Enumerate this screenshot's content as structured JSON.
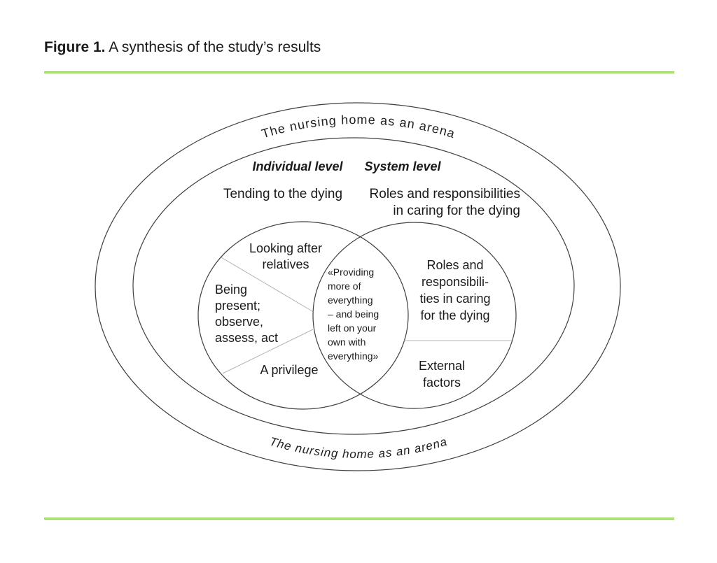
{
  "title": {
    "prefix": "Figure 1.",
    "text": " A synthesis of the study’s results"
  },
  "colors": {
    "accent_green": "#92D050",
    "ellipse_stroke": "#3f3f3f",
    "divider_gray": "#b3b3b3",
    "text": "#1a1a1a"
  },
  "diagram": {
    "arena_label_top": "The nursing home as an arena",
    "arena_label_bottom": "The nursing home as an arena",
    "individual_level": "Individual level",
    "system_level": "System level",
    "individual_theme": "Tending to the dying",
    "system_theme": "Roles and responsibilities\nin caring for the dying",
    "left_circle": {
      "looking_after": "Looking after\nrelatives",
      "being_present": "Being\npresent;\nobserve,\nassess, act",
      "privilege": "A privilege"
    },
    "overlap_quote": "«Providing\nmore of\neverything\n– and being\nleft on your\nown with\neverything»",
    "right_circle": {
      "roles": "Roles and\nresponsibili-\nties in caring\nfor the dying",
      "external": "External\nfactors"
    }
  }
}
